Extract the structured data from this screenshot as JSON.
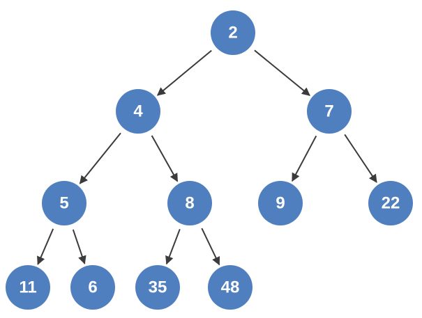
{
  "colors": {
    "node_fill": "#4f7fbf",
    "edge": "#3b3b3b",
    "label": "#ffffff",
    "background": "#ffffff"
  },
  "tree": {
    "nodes": [
      {
        "id": "n2",
        "label": "2"
      },
      {
        "id": "n4",
        "label": "4"
      },
      {
        "id": "n7",
        "label": "7"
      },
      {
        "id": "n5",
        "label": "5"
      },
      {
        "id": "n8",
        "label": "8"
      },
      {
        "id": "n9",
        "label": "9"
      },
      {
        "id": "n22",
        "label": "22"
      },
      {
        "id": "n11",
        "label": "11"
      },
      {
        "id": "n6",
        "label": "6"
      },
      {
        "id": "n35",
        "label": "35"
      },
      {
        "id": "n48",
        "label": "48"
      }
    ],
    "edges": [
      {
        "from": "n2",
        "to": "n4"
      },
      {
        "from": "n2",
        "to": "n7"
      },
      {
        "from": "n4",
        "to": "n5"
      },
      {
        "from": "n4",
        "to": "n8"
      },
      {
        "from": "n7",
        "to": "n9"
      },
      {
        "from": "n7",
        "to": "n22"
      },
      {
        "from": "n5",
        "to": "n11"
      },
      {
        "from": "n5",
        "to": "n6"
      },
      {
        "from": "n8",
        "to": "n35"
      },
      {
        "from": "n8",
        "to": "n48"
      }
    ]
  }
}
